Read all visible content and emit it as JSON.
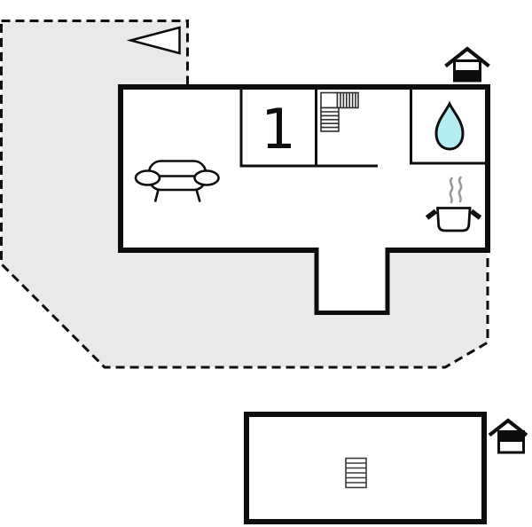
{
  "floorplan": {
    "title": "holiday-home-floor-plan",
    "room_label": "1",
    "colors": {
      "wall": "#0d0d0d",
      "terrace_fill": "#e9e9e9",
      "water_drop_fill": "#b3edf2",
      "steam": "#999999",
      "stair_outline": "#2f2f2f",
      "background": "#ffffff"
    },
    "icons": {
      "direction_arrow": "direction-arrow",
      "sofa": "sofa",
      "staircase_upper": "l-shaped-staircase",
      "water_drop": "water-drop",
      "cooking_pot": "cooking-pot-with-steam",
      "house_level_ground": "house-level-indicator-ground",
      "house_level_upper": "house-level-indicator-upper",
      "staircase_lower": "straight-staircase"
    }
  }
}
